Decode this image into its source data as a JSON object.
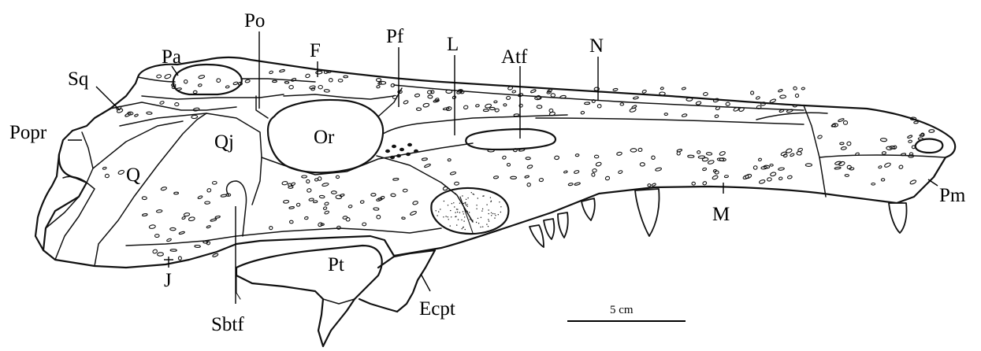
{
  "figure": {
    "labels": {
      "pa": "Pa",
      "po": "Po",
      "f": "F",
      "pf": "Pf",
      "l": "L",
      "atf": "Atf",
      "n": "N",
      "sq": "Sq",
      "popr": "Popr",
      "qj": "Qj",
      "or": "Or",
      "q": "Q",
      "m": "M",
      "pm": "Pm",
      "pt": "Pt",
      "j": "J",
      "ecpt": "Ecpt",
      "sbtf": "Sbtf"
    },
    "scale_bar": {
      "label": "5 cm"
    }
  }
}
